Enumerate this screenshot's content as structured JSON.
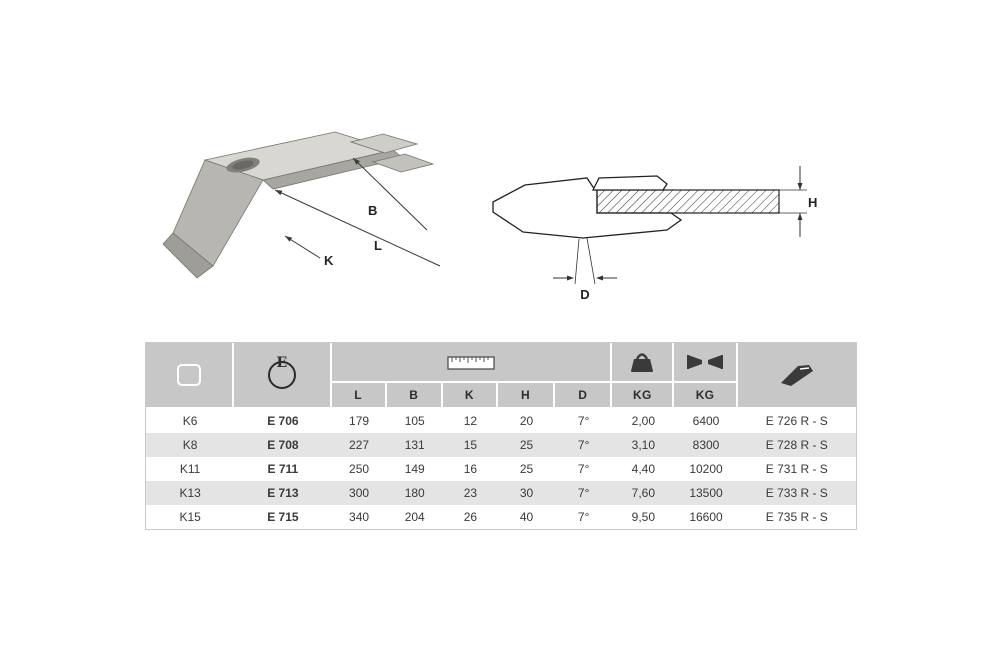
{
  "colors": {
    "header_gray": "#c7c7c7",
    "row_alt_gray": "#e4e4e4",
    "text": "#3a3a3a",
    "metal_light": "#d9d7d2",
    "metal_mid": "#b8b6b1",
    "metal_dark": "#9f9d98"
  },
  "drawings": {
    "iso": {
      "labels": {
        "B": "B",
        "L": "L",
        "K": "K"
      }
    },
    "side": {
      "labels": {
        "H": "H",
        "D": "D"
      }
    }
  },
  "table": {
    "header_icons": [
      "adapter-outline-icon",
      "e-brand-logo-icon",
      "ruler-icon",
      "weight-icon",
      "coupling-icon",
      "tooth-icon"
    ],
    "subheaders": [
      "L",
      "B",
      "K",
      "H",
      "D",
      "KG",
      "KG"
    ],
    "rows": [
      [
        "K6",
        "E 706",
        "179",
        "105",
        "12",
        "20",
        "7°",
        "2,00",
        "6400",
        "E 726 R - S"
      ],
      [
        "K8",
        "E 708",
        "227",
        "131",
        "15",
        "25",
        "7°",
        "3,10",
        "8300",
        "E 728 R - S"
      ],
      [
        "K11",
        "E 711",
        "250",
        "149",
        "16",
        "25",
        "7°",
        "4,40",
        "10200",
        "E 731 R - S"
      ],
      [
        "K13",
        "E 713",
        "300",
        "180",
        "23",
        "30",
        "7°",
        "7,60",
        "13500",
        "E 733 R - S"
      ],
      [
        "K15",
        "E 715",
        "340",
        "204",
        "26",
        "40",
        "7°",
        "9,50",
        "16600",
        "E 735 R - S"
      ]
    ]
  }
}
